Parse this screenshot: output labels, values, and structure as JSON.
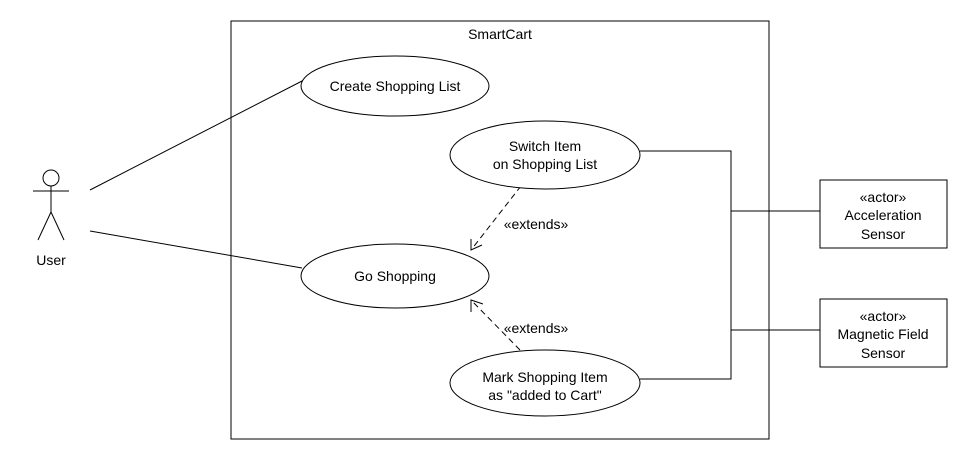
{
  "system": {
    "title": "SmartCart"
  },
  "actors": {
    "user": {
      "label": "User"
    },
    "acceleration_sensor": {
      "stereotype": "«actor»",
      "line1": "Acceleration",
      "line2": "Sensor"
    },
    "magnetic_field_sensor": {
      "stereotype": "«actor»",
      "line1": "Magnetic Field",
      "line2": "Sensor"
    }
  },
  "use_cases": {
    "create_list": {
      "label": "Create Shopping List"
    },
    "switch_item": {
      "line1": "Switch Item",
      "line2": "on Shopping List"
    },
    "go_shopping": {
      "label": "Go Shopping"
    },
    "mark_item": {
      "line1": "Mark Shopping Item",
      "line2": "as \"added to Cart\""
    }
  },
  "relations": {
    "extends_upper": "«extends»",
    "extends_lower": "«extends»"
  }
}
